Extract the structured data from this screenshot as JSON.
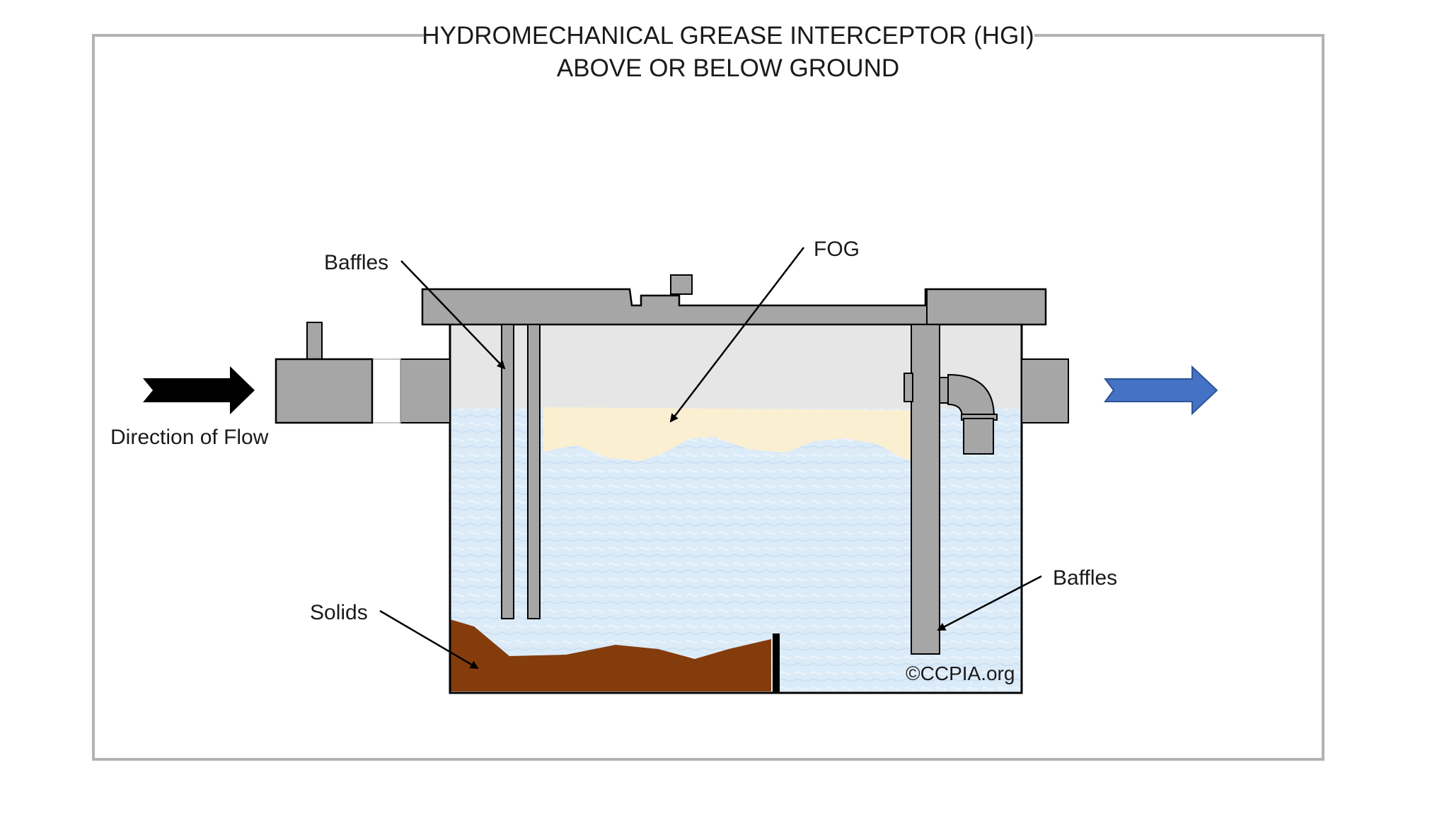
{
  "diagram": {
    "title_line1": "HYDROMECHANICAL GREASE INTERCEPTOR (HGI)",
    "title_line2": "ABOVE OR BELOW GROUND",
    "labels": {
      "baffles_left": "Baffles",
      "fog": "FOG",
      "solids": "Solids",
      "baffles_right": "Baffles",
      "direction_of_flow": "Direction of Flow"
    },
    "credit": "©CCPIA.org",
    "colors": {
      "frame": "#b3b3b3",
      "structure": "#a6a6a6",
      "air_space": "#e6e6e6",
      "water": "#dcebf8",
      "fog_layer": "#fbefd2",
      "solids": "#843c0c",
      "inflow_arrow": "#000000",
      "outflow_arrow": "#4472c4"
    }
  }
}
